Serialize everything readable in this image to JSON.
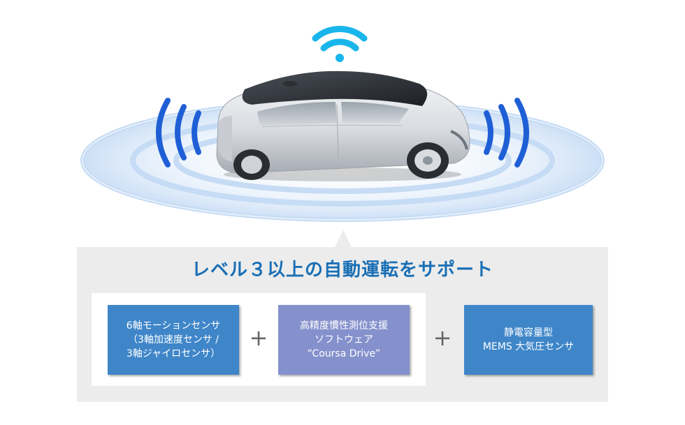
{
  "colors": {
    "title": "#1a6fb5",
    "box_blue": "#3f86c9",
    "box_purple": "#8591cc",
    "signal_blue": "#1f5fd6",
    "wifi_cyan": "#19b6ec",
    "panel_gray": "#ececec"
  },
  "icons": [
    "wifi-icon",
    "signal-waves-left",
    "signal-waves-right",
    "car-illustration"
  ],
  "panel": {
    "title": "レベル３以上の自動運転をサポート",
    "boxes": [
      {
        "lines": [
          "6軸モーションセンサ",
          "（3軸加速度センサ /",
          "3軸ジャイロセンサ）"
        ]
      },
      {
        "lines": [
          "高精度慣性測位支援",
          "ソフトウェア",
          "“Coursa Drive”"
        ]
      },
      {
        "lines": [
          "静電容量型",
          "MEMS 大気圧センサ"
        ]
      }
    ],
    "plus_1": "+",
    "plus_2": "+"
  }
}
